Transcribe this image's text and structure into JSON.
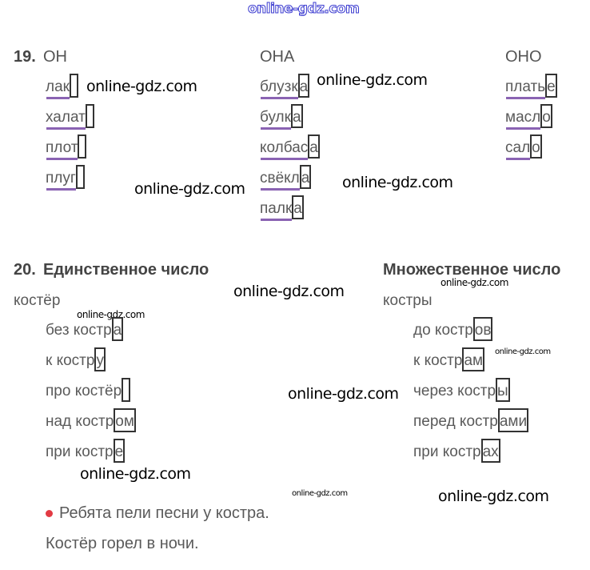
{
  "ex19": {
    "number": "19.",
    "columns": [
      {
        "header": "ОН",
        "words": [
          {
            "stem": "лак",
            "ending": ""
          },
          {
            "stem": "халат",
            "ending": ""
          },
          {
            "stem": "плот",
            "ending": ""
          },
          {
            "stem": "плуг",
            "ending": ""
          }
        ]
      },
      {
        "header": "ОНА",
        "words": [
          {
            "stem": "блузк",
            "ending": "а"
          },
          {
            "stem": "булк",
            "ending": "а"
          },
          {
            "stem": "колбас",
            "ending": "а"
          },
          {
            "stem": "свёкл",
            "ending": "а"
          },
          {
            "stem": "палк",
            "ending": "а"
          }
        ]
      },
      {
        "header": "ОНО",
        "words": [
          {
            "stem": "плать",
            "ending": "е"
          },
          {
            "stem": "масл",
            "ending": "о"
          },
          {
            "stem": "сал",
            "ending": "о"
          }
        ]
      }
    ]
  },
  "ex20": {
    "number": "20.",
    "columns": [
      {
        "header": "Единственное число",
        "base": "костёр",
        "words": [
          {
            "stem": "без костр",
            "ending": "а"
          },
          {
            "stem": "к костр",
            "ending": "у"
          },
          {
            "stem": "про костёр",
            "ending": ""
          },
          {
            "stem": "над костр",
            "ending": "ом"
          },
          {
            "stem": "при костр",
            "ending": "е"
          }
        ]
      },
      {
        "header": "Множественное число",
        "base": "костры",
        "words": [
          {
            "stem": "до костр",
            "ending": "ов"
          },
          {
            "stem": "к костр",
            "ending": "ам"
          },
          {
            "stem": "через костр",
            "ending": "ы"
          },
          {
            "stem": "перед костр",
            "ending": "ами"
          },
          {
            "stem": "при костр",
            "ending": "ах"
          }
        ]
      }
    ],
    "sentences": [
      "Ребята пели песни у костра.",
      "Костёр горел в ночи."
    ]
  },
  "watermarks": [
    "online-gdz.com",
    "online-gdz.com",
    "online-gdz.com",
    "online-gdz.com",
    "online-gdz.com",
    "online-gdz.com",
    "online-gdz.com",
    "online-gdz.com",
    "online-gdz.com",
    "online-gdz.com",
    "online-gdz.com",
    "online-gdz.com",
    "online-gdz.com"
  ],
  "colors": {
    "underline": "#8a63b3",
    "bullet": "#e23a43"
  }
}
